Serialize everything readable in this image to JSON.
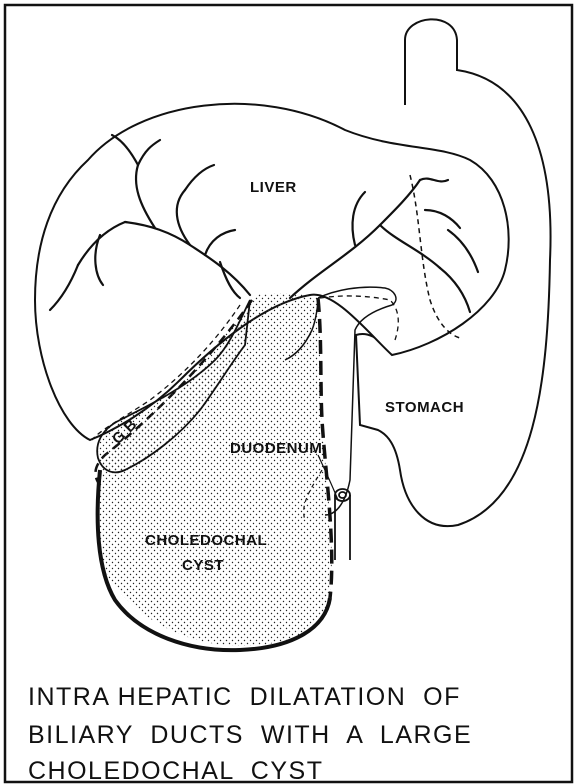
{
  "labels": {
    "liver": "LIVER",
    "stomach": "STOMACH",
    "duodenum": "DUODENUM",
    "gb": "G B",
    "cyst_line1": "CHOLEDOCHAL",
    "cyst_line2": "CYST"
  },
  "caption": {
    "line1": "INTRA HEPATIC  DILATATION  OF",
    "line2": "BILIARY  DUCTS  WITH  A  LARGE",
    "line3": "CHOLEDOCHAL  CYST"
  },
  "colors": {
    "ink": "#111111",
    "paper": "#ffffff"
  }
}
